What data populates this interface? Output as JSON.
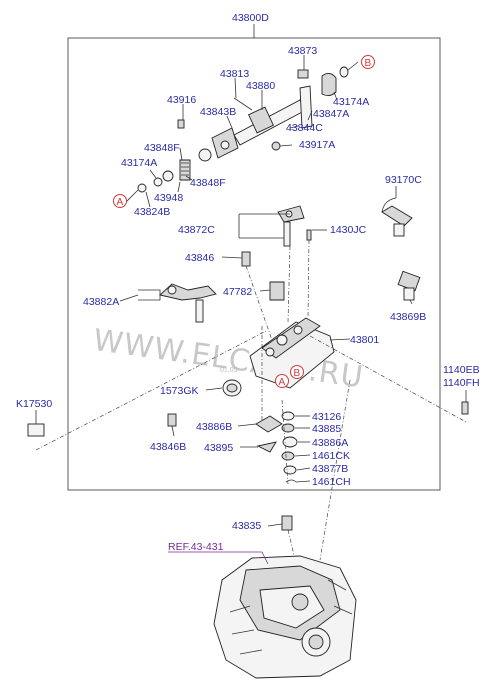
{
  "diagram": {
    "assembly_label": "43800D",
    "reference_label": "REF.43-431",
    "watermark_main": "WWW.ELCATS.RU",
    "watermark_small": "01.05",
    "markers": {
      "a": "A",
      "b": "B"
    },
    "callouts": [
      "43873",
      "43813",
      "43880",
      "43916",
      "43843B",
      "43174A",
      "43847A",
      "43844C",
      "43917A",
      "43848F",
      "43174A",
      "43948",
      "43848F",
      "43824B",
      "93170C",
      "43872C",
      "1430JC",
      "43846",
      "47782",
      "43882A",
      "43869B",
      "43801",
      "1140EB",
      "1140FH",
      "K17530",
      "1573GK",
      "43886B",
      "43126",
      "43885",
      "43846B",
      "43895",
      "43886A",
      "1461CK",
      "43877B",
      "1461CH",
      "43835"
    ],
    "colors": {
      "callout": "#2a2aa8",
      "marker": "#d23a3a",
      "reference": "#7a2a9a"
    }
  }
}
